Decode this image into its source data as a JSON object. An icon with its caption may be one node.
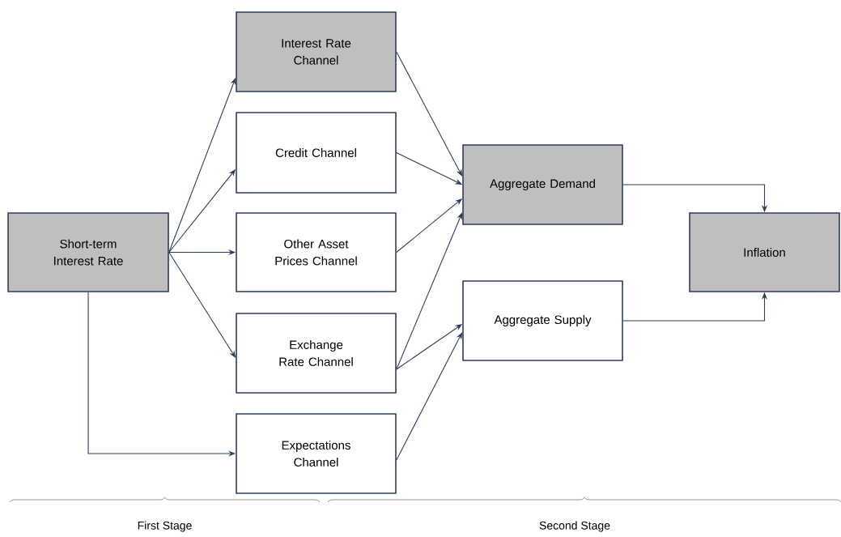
{
  "diagram": {
    "nodes": [
      {
        "text": [
          "Short-term Interest Rate"
        ]
      },
      {
        "text": [
          "Interest Rate Channel"
        ]
      },
      {
        "text": [
          "Credit Channel"
        ]
      },
      {
        "text": [
          "Other Asset Prices Channel"
        ]
      },
      {
        "text": [
          "Exchange Rate Channel"
        ]
      },
      {
        "text": [
          "Expectations Channel"
        ]
      },
      {
        "text": [
          "Aggregate Demand"
        ]
      },
      {
        "text": [
          "Aggregate Supply"
        ]
      },
      {
        "text": [
          "Inflation"
        ]
      }
    ],
    "edges": [
      {
        "from": 0,
        "to": 1,
        "arrow": "to"
      },
      {
        "from": 0,
        "to": 2,
        "arrow": "to"
      },
      {
        "from": 0,
        "to": 3,
        "arrow": "to"
      },
      {
        "from": 0,
        "to": 4,
        "arrow": "to"
      },
      {
        "from": 0,
        "to": 5,
        "arrow": "to"
      },
      {
        "from": 1,
        "to": 6,
        "arrow": "to"
      },
      {
        "from": 2,
        "to": 6,
        "arrow": "to"
      },
      {
        "from": 3,
        "to": 6,
        "arrow": "to"
      },
      {
        "from": 4,
        "to": 6,
        "arrow": "to"
      },
      {
        "from": 4,
        "to": 7,
        "arrow": "to"
      },
      {
        "from": 5,
        "to": 7,
        "arrow": "to"
      },
      {
        "from": 6,
        "to": 8,
        "arrow": "to"
      },
      {
        "from": 7,
        "to": 8,
        "arrow": "to"
      }
    ],
    "labels": [
      "First Stage",
      "Second Stage"
    ]
  }
}
